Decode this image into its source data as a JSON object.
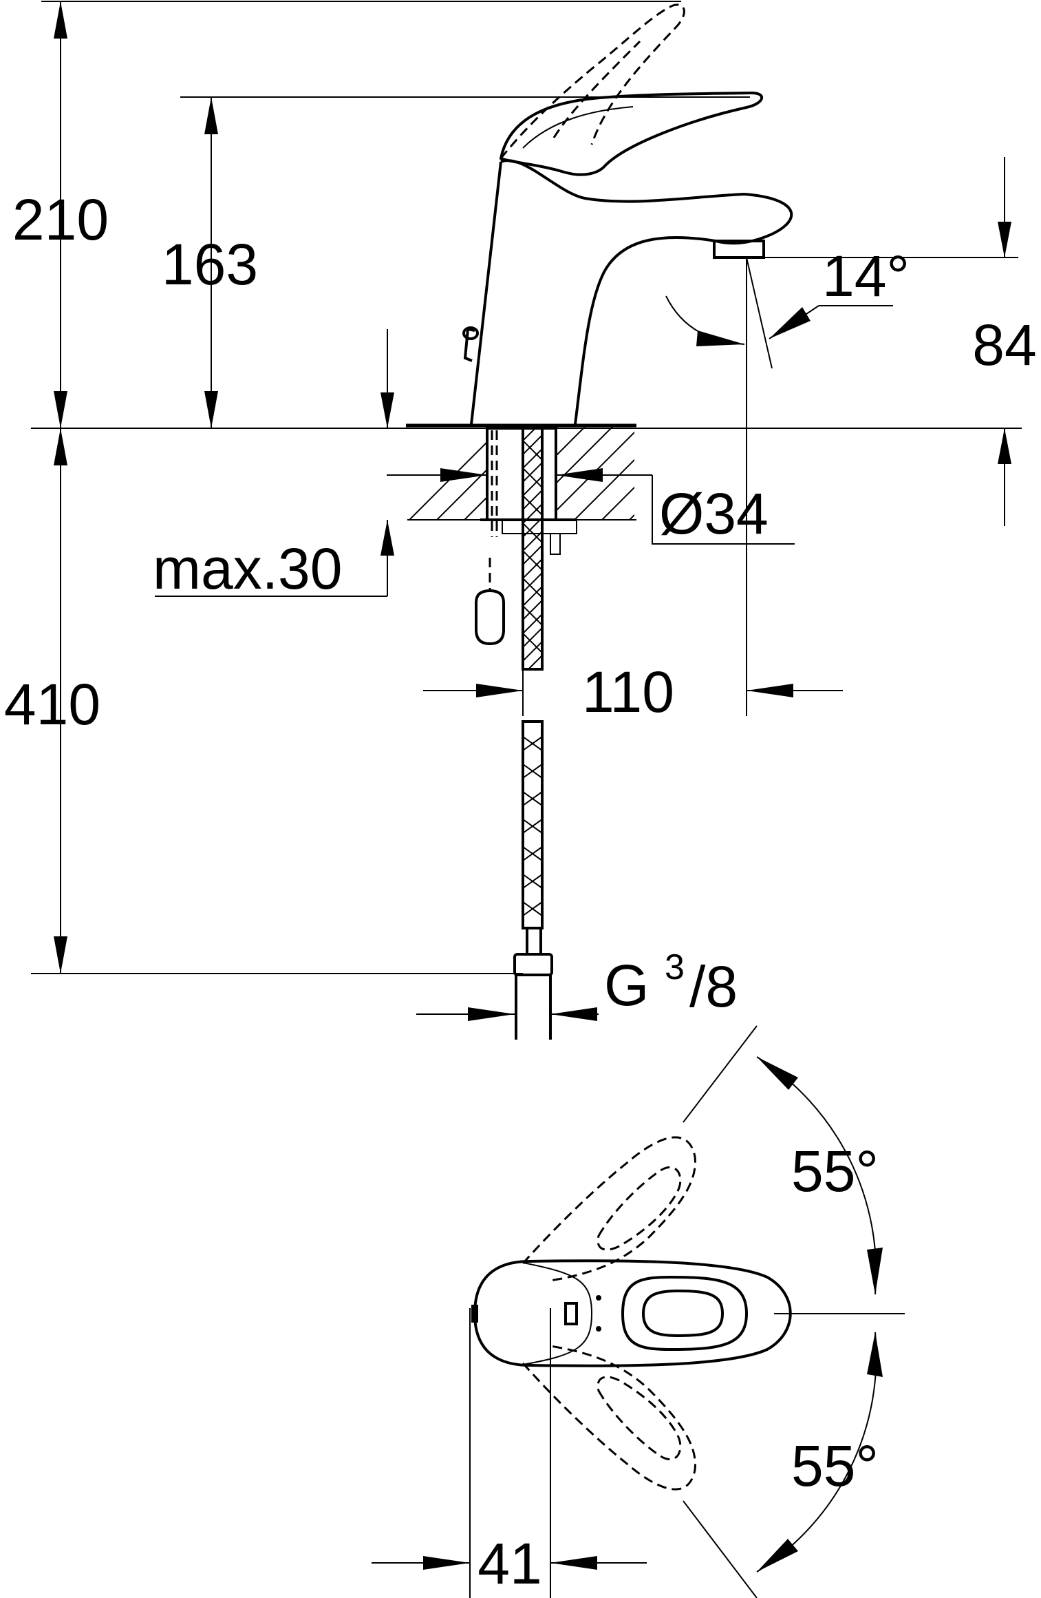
{
  "dimensions": {
    "total_height": "210",
    "lever_height": "163",
    "spout_height": "84",
    "spout_angle": "14°",
    "hole_diameter": "Ø34",
    "deck_thickness": "max.30",
    "hose_length": "410",
    "spout_reach": "110",
    "connection_main": "G",
    "connection_num": "3",
    "connection_den": "/8",
    "lever_angle_top": "55°",
    "lever_angle_bottom": "55°",
    "lever_width": "41"
  },
  "colors": {
    "line": "#000000",
    "background": "#ffffff"
  }
}
